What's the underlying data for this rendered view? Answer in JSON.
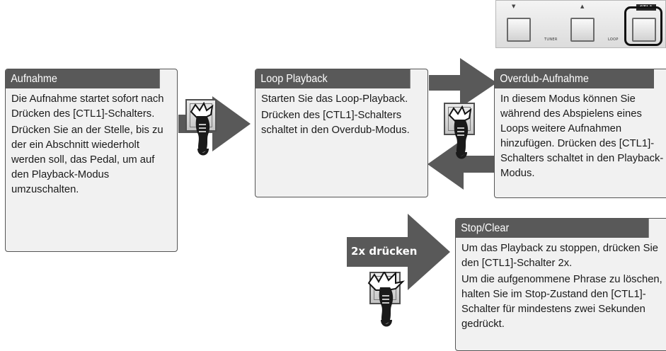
{
  "panel": {
    "left_arrow": "▼",
    "right_arrow": "▲",
    "ctl_label": "CTL1",
    "tuner_label": "TUNER",
    "loop_label": "LOOP"
  },
  "boxes": {
    "aufnahme": {
      "title": "Aufnahme",
      "p1": "Die Aufnahme startet sofort nach Drücken des [CTL1]-Schalters.",
      "p2": "Drücken Sie an der Stelle, bis zu der ein Abschnitt wiederholt werden soll, das Pedal, um auf den Playback-Modus umzuschalten."
    },
    "loop_playback": {
      "title": "Loop Playback",
      "p1": "Starten Sie das Loop-Playback.",
      "p2": "Drücken des [CTL1]-Schalters schaltet in den Overdub-Modus."
    },
    "overdub": {
      "title": "Overdub-Aufnahme",
      "p1": "In diesem Modus können Sie während des Abspielens eines Loops weitere Aufnahmen hinzufügen. Drücken des [CTL1]-Schalters schaltet in den Playback-Modus."
    },
    "stop_clear": {
      "title": "Stop/Clear",
      "p1": "Um das Playback zu stoppen, drücken Sie den [CTL1]-Schalter 2x.",
      "p2": "Um die aufgenommene Phrase zu löschen, halten Sie im Stop-Zustand den [CTL1]-Schalter für mindestens zwei Sekunden gedrückt."
    }
  },
  "press_twice_label": "2x drücken",
  "colors": {
    "arrow": "#595959",
    "header": "#595959",
    "box_bg": "#f1f1f1"
  }
}
